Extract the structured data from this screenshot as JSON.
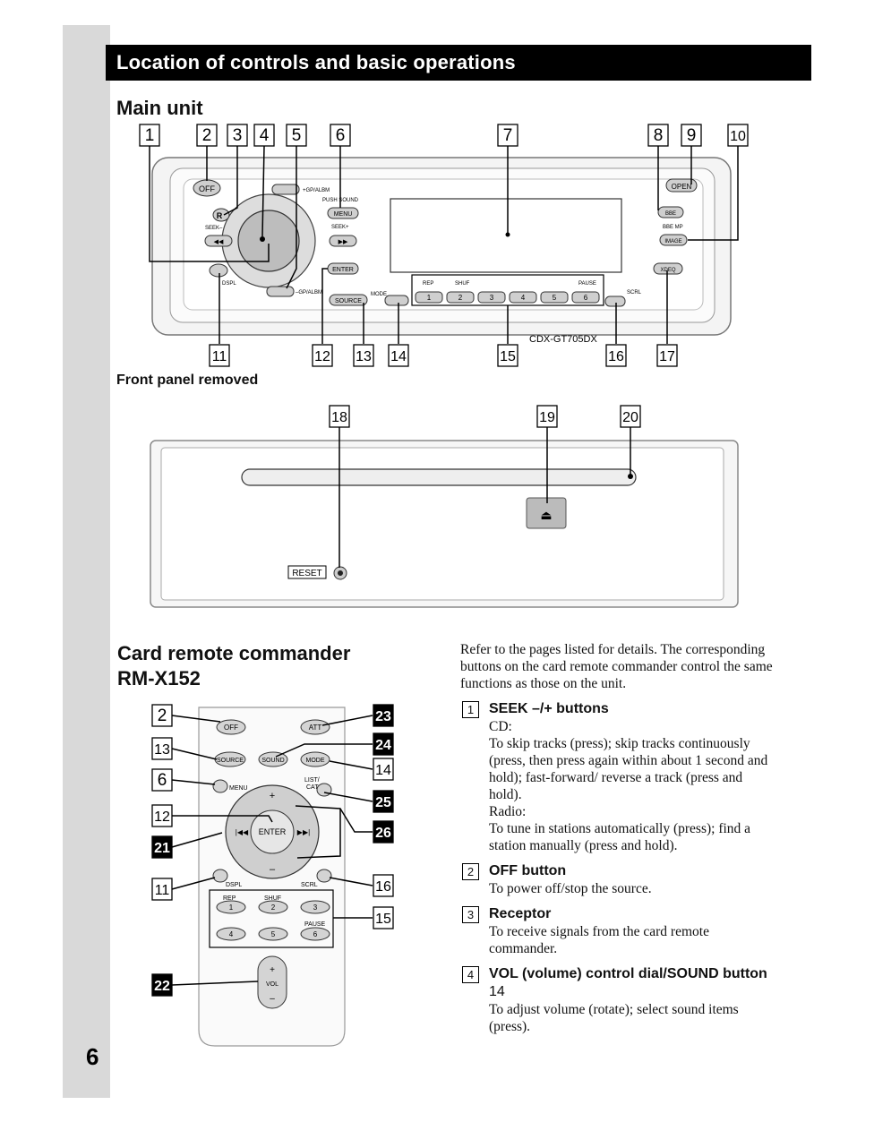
{
  "header": {
    "title": "Location of controls and basic operations"
  },
  "page_number": "6",
  "main_unit": {
    "heading": "Main unit",
    "top_callouts": [
      "1",
      "2",
      "3",
      "4",
      "5",
      "6",
      "7",
      "8",
      "9",
      "10"
    ],
    "bottom_callouts": [
      "11",
      "12",
      "13",
      "14",
      "15",
      "16",
      "17"
    ],
    "buttons": {
      "off": "OFF",
      "r": "R",
      "seek_minus": "SEEK–",
      "seek_plus": "SEEK+",
      "gp_albm_plus": "+GP/ALBM",
      "gp_albm_minus": "–GP/ALBM",
      "push_sound": "PUSH SOUND",
      "menu": "MENU",
      "enter": "ENTER",
      "source": "SOURCE",
      "mode": "MODE",
      "dspl": "DSPL",
      "open": "OPEN",
      "bbe": "BBE",
      "bbe_mp": "BBE MP",
      "image": "IMAGE",
      "xdeq": "XDEQ",
      "scrl": "SCRL",
      "rep": "REP",
      "shuf": "SHUF",
      "pause": "PAUSE",
      "presets": [
        "1",
        "2",
        "3",
        "4",
        "5",
        "6"
      ]
    },
    "model": "CDX-GT705DX"
  },
  "front_panel": {
    "heading": "Front panel removed",
    "callouts": [
      "18",
      "19",
      "20"
    ],
    "reset": "RESET"
  },
  "card_remote": {
    "heading_line1": "Card remote commander",
    "heading_line2": "RM-X152",
    "left_callouts": [
      "2",
      "13",
      "6",
      "12",
      "21",
      "11",
      "22"
    ],
    "right_callouts": [
      "23",
      "24",
      "14",
      "25",
      "26",
      "16",
      "15"
    ],
    "buttons": {
      "off": "OFF",
      "att": "ATT",
      "source": "SOURCE",
      "sound": "SOUND",
      "mode": "MODE",
      "menu": "MENU",
      "list_cat_1": "LIST/",
      "list_cat_2": "CAT",
      "enter": "ENTER",
      "prev": "|◀◀",
      "next": "▶▶|",
      "plus": "+",
      "minus": "–",
      "dspl": "DSPL",
      "scrl": "SCRL",
      "rep": "REP",
      "shuf": "SHUF",
      "pause": "PAUSE",
      "presets": [
        "1",
        "2",
        "3",
        "4",
        "5",
        "6"
      ],
      "vol": "VOL",
      "vol_plus": "+",
      "vol_minus": "–"
    }
  },
  "description": {
    "intro": "Refer to the pages listed for details. The corresponding buttons on the card remote commander control the same functions as those on the unit.",
    "items": [
      {
        "num": "1",
        "title": "SEEK –/+ buttons",
        "ref": "",
        "lines": [
          "CD:",
          "To skip tracks (press); skip tracks continuously (press, then press again within about 1 second and hold); fast-forward/ reverse a track (press and hold).",
          "Radio:",
          "To tune in stations automatically (press); find a station manually (press and hold)."
        ]
      },
      {
        "num": "2",
        "title": "OFF button",
        "ref": "",
        "lines": [
          "To power off/stop the source."
        ]
      },
      {
        "num": "3",
        "title": "Receptor",
        "ref": "",
        "lines": [
          "To receive signals from the card remote commander."
        ]
      },
      {
        "num": "4",
        "title": "VOL (volume) control dial/SOUND button",
        "ref": "14",
        "lines": [
          "To adjust volume (rotate); select sound items (press)."
        ]
      }
    ]
  }
}
